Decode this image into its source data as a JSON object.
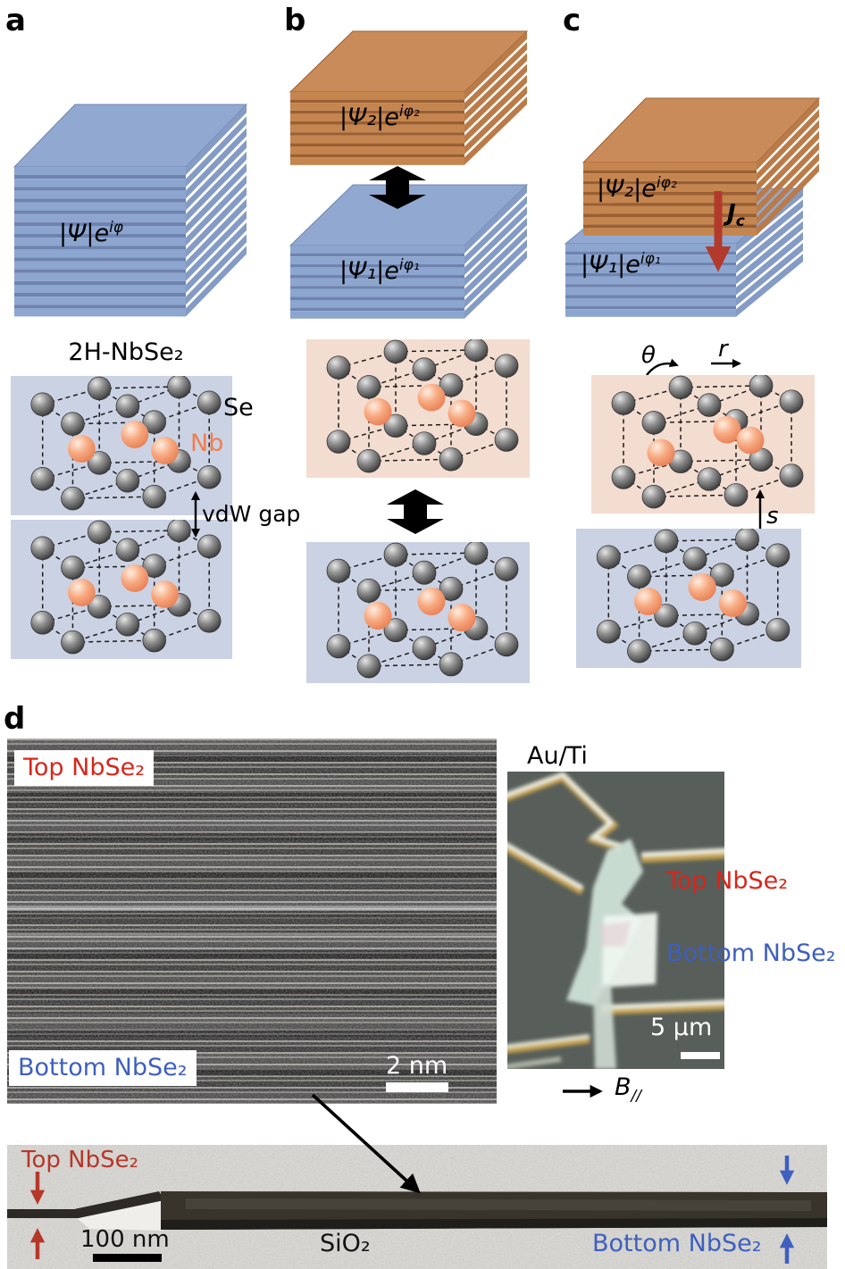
{
  "panels": {
    "a": {
      "letter": "a",
      "formula": {
        "base": "|Ψ|e",
        "sup": "iφ"
      },
      "title": "2H-NbSe₂",
      "se_label": "Se",
      "nb_label": "Nb",
      "vdw_label": "vdW gap"
    },
    "b": {
      "letter": "b",
      "top_formula": {
        "base": "|Ψ₂|e",
        "sup": "iφ₂"
      },
      "bottom_formula": {
        "base": "|Ψ₁|e",
        "sup": "iφ₁"
      }
    },
    "c": {
      "letter": "c",
      "top_formula": {
        "base": "|Ψ₂|e",
        "sup": "iφ₂"
      },
      "bottom_formula": {
        "base": "|Ψ₁|e",
        "sup": "iφ₁"
      },
      "jc": {
        "base": "J",
        "sub": "c"
      },
      "theta_label": "θ",
      "r_label": "r",
      "s_label": "s"
    },
    "d": {
      "letter": "d",
      "tem": {
        "top_label": "Top NbSe₂",
        "bottom_label": "Bottom NbSe₂",
        "scale_label": "2 nm"
      },
      "optical": {
        "electrode_label": "Au/Ti",
        "top_label": "Top NbSe₂",
        "bottom_label": "Bottom NbSe₂",
        "scale_label": "5 μm",
        "field": {
          "base": "B",
          "sub": "//"
        }
      },
      "cross_section": {
        "top_label": "Top NbSe₂",
        "scale_label": "100 nm",
        "substrate_label": "SiO₂",
        "bottom_label": "Bottom NbSe₂"
      }
    }
  },
  "colors": {
    "top_nbse2_red": "#d7261b",
    "bottom_nbse2_blue": "#3f5fbe",
    "cross_red": "#b5372a",
    "nb_atom_orange": "#ee7f4e",
    "layer_blue": "#8da6cf",
    "layer_orange": "#c5854f",
    "jc_arrow_red": "#b23a2c"
  }
}
